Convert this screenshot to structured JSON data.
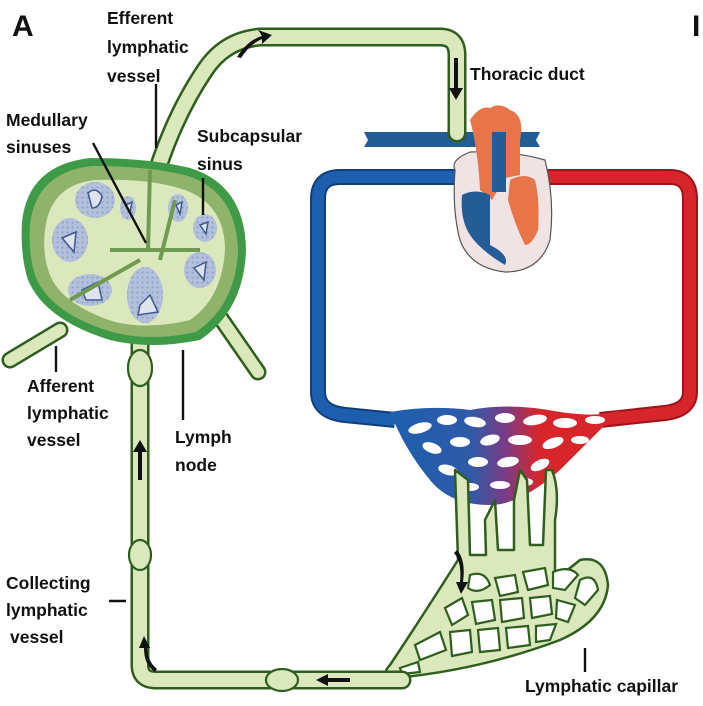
{
  "figure": {
    "panel_label": "A",
    "panel_label_next_partial": "I",
    "colors": {
      "lymph_vessel_fill": "#dbe8bd",
      "lymph_vessel_stroke": "#2f5e1e",
      "node_capsule": "#3f9a48",
      "node_cortex": "#8fb36b",
      "follicle": "#a9b8d6",
      "vein_blue": "#1d5fae",
      "artery_red": "#d7262b",
      "heart_orange": "#e8744a",
      "heart_blue": "#245c95",
      "pericardium": "#efe3e3"
    },
    "labels": {
      "efferent": [
        "Efferent",
        "lymphatic",
        "vessel"
      ],
      "medullary": [
        "Medullary",
        "sinuses"
      ],
      "subcapsular": [
        "Subcapsular",
        "sinus"
      ],
      "thoracic": "Thoracic duct",
      "afferent": [
        "Afferent",
        "lymphatic",
        "vessel"
      ],
      "lymph_node": [
        "Lymph",
        "node"
      ],
      "collecting": [
        "Collecting",
        "lymphatic",
        "vessel"
      ],
      "capillary": "Lymphatic capillar"
    },
    "flow_arrows": [
      "efferent-up-right",
      "thoracic-down",
      "collecting-up",
      "collecting-corner-up",
      "bottom-left",
      "capillary-down"
    ]
  }
}
